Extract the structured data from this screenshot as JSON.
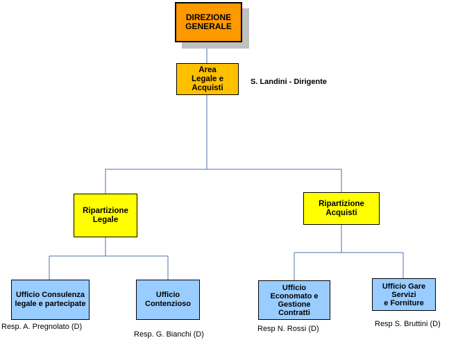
{
  "colors": {
    "top": "#ff9900",
    "area": "#ffc000",
    "division": "#ffff00",
    "office": "#99ccff",
    "connector": "#4f6fa8",
    "shadow": "#c0c0c0"
  },
  "org": {
    "top": {
      "label": "DIREZIONE\nGENERALE"
    },
    "area": {
      "label": "Area\nLegale e\nAcquisti",
      "head": "S. Landini - Dirigente"
    },
    "divisions": [
      {
        "label": "Ripartizione\nLegale",
        "offices": [
          {
            "label": "Ufficio Consulenza\nlegale e partecipate",
            "resp": "Resp. A. Pregnolato (D)"
          },
          {
            "label": "Ufficio\nContenzioso",
            "resp": "Resp. G. Bianchi (D)"
          }
        ]
      },
      {
        "label": "Ripartizione\nAcquisti",
        "offices": [
          {
            "label": "Ufficio\nEconomato e\nGestione\nContratti",
            "resp": "Resp N. Rossi  (D)"
          },
          {
            "label": "Ufficio Gare\nServizi\ne Forniture",
            "resp": "Resp S. Bruttini  (D)"
          }
        ]
      }
    ]
  }
}
